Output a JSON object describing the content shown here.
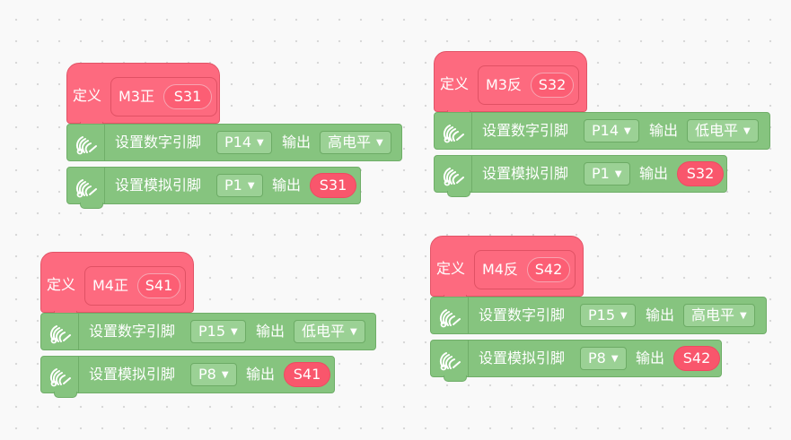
{
  "blocks": [
    {
      "keyword": "定义",
      "proc_name": "M3正",
      "param": "S31",
      "statements": [
        {
          "label": "设置数字引脚",
          "pin": "P14",
          "out_label": "输出",
          "value": "高电平"
        },
        {
          "label": "设置模拟引脚",
          "pin": "P1",
          "out_label": "输出",
          "value": "S31"
        }
      ]
    },
    {
      "keyword": "定义",
      "proc_name": "M3反",
      "param": "S32",
      "statements": [
        {
          "label": "设置数字引脚",
          "pin": "P14",
          "out_label": "输出",
          "value": "低电平"
        },
        {
          "label": "设置模拟引脚",
          "pin": "P1",
          "out_label": "输出",
          "value": "S32"
        }
      ]
    },
    {
      "keyword": "定义",
      "proc_name": "M4正",
      "param": "S41",
      "statements": [
        {
          "label": "设置数字引脚",
          "pin": "P15",
          "out_label": "输出",
          "value": "低电平"
        },
        {
          "label": "设置模拟引脚",
          "pin": "P8",
          "out_label": "输出",
          "value": "S41"
        }
      ]
    },
    {
      "keyword": "定义",
      "proc_name": "M4反",
      "param": "S42",
      "statements": [
        {
          "label": "设置数字引脚",
          "pin": "P15",
          "out_label": "输出",
          "value": "高电平"
        },
        {
          "label": "设置模拟引脚",
          "pin": "P8",
          "out_label": "输出",
          "value": "S42"
        }
      ]
    }
  ],
  "colors": {
    "define_block": "#fd6a7f",
    "pins_block": "#86c47f",
    "canvas_bg": "#f9f9f9"
  },
  "icons": {
    "pins_category": "pins-icon"
  }
}
